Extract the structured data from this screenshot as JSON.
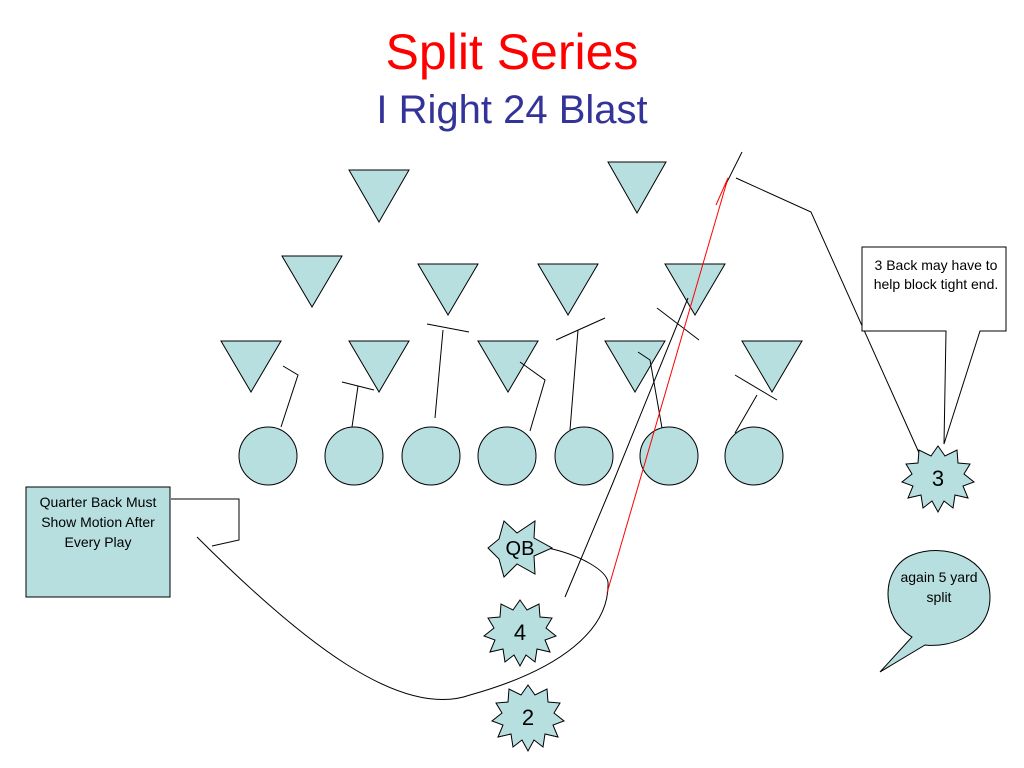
{
  "title": "Split Series",
  "subtitle": "I Right 24 Blast",
  "notes": {
    "qb_motion": "Quarter Back Must Show Motion After Every Play",
    "back_help": "3 Back may have to help block tight end.",
    "split": "again 5 yard split"
  },
  "players": {
    "qb": "QB",
    "back_4": "4",
    "back_2": "2",
    "back_3": "3"
  },
  "colors": {
    "fill": "#b8dfe0",
    "title": "#ff0000",
    "subtitle": "#333399",
    "blast_path": "#ff0000"
  }
}
